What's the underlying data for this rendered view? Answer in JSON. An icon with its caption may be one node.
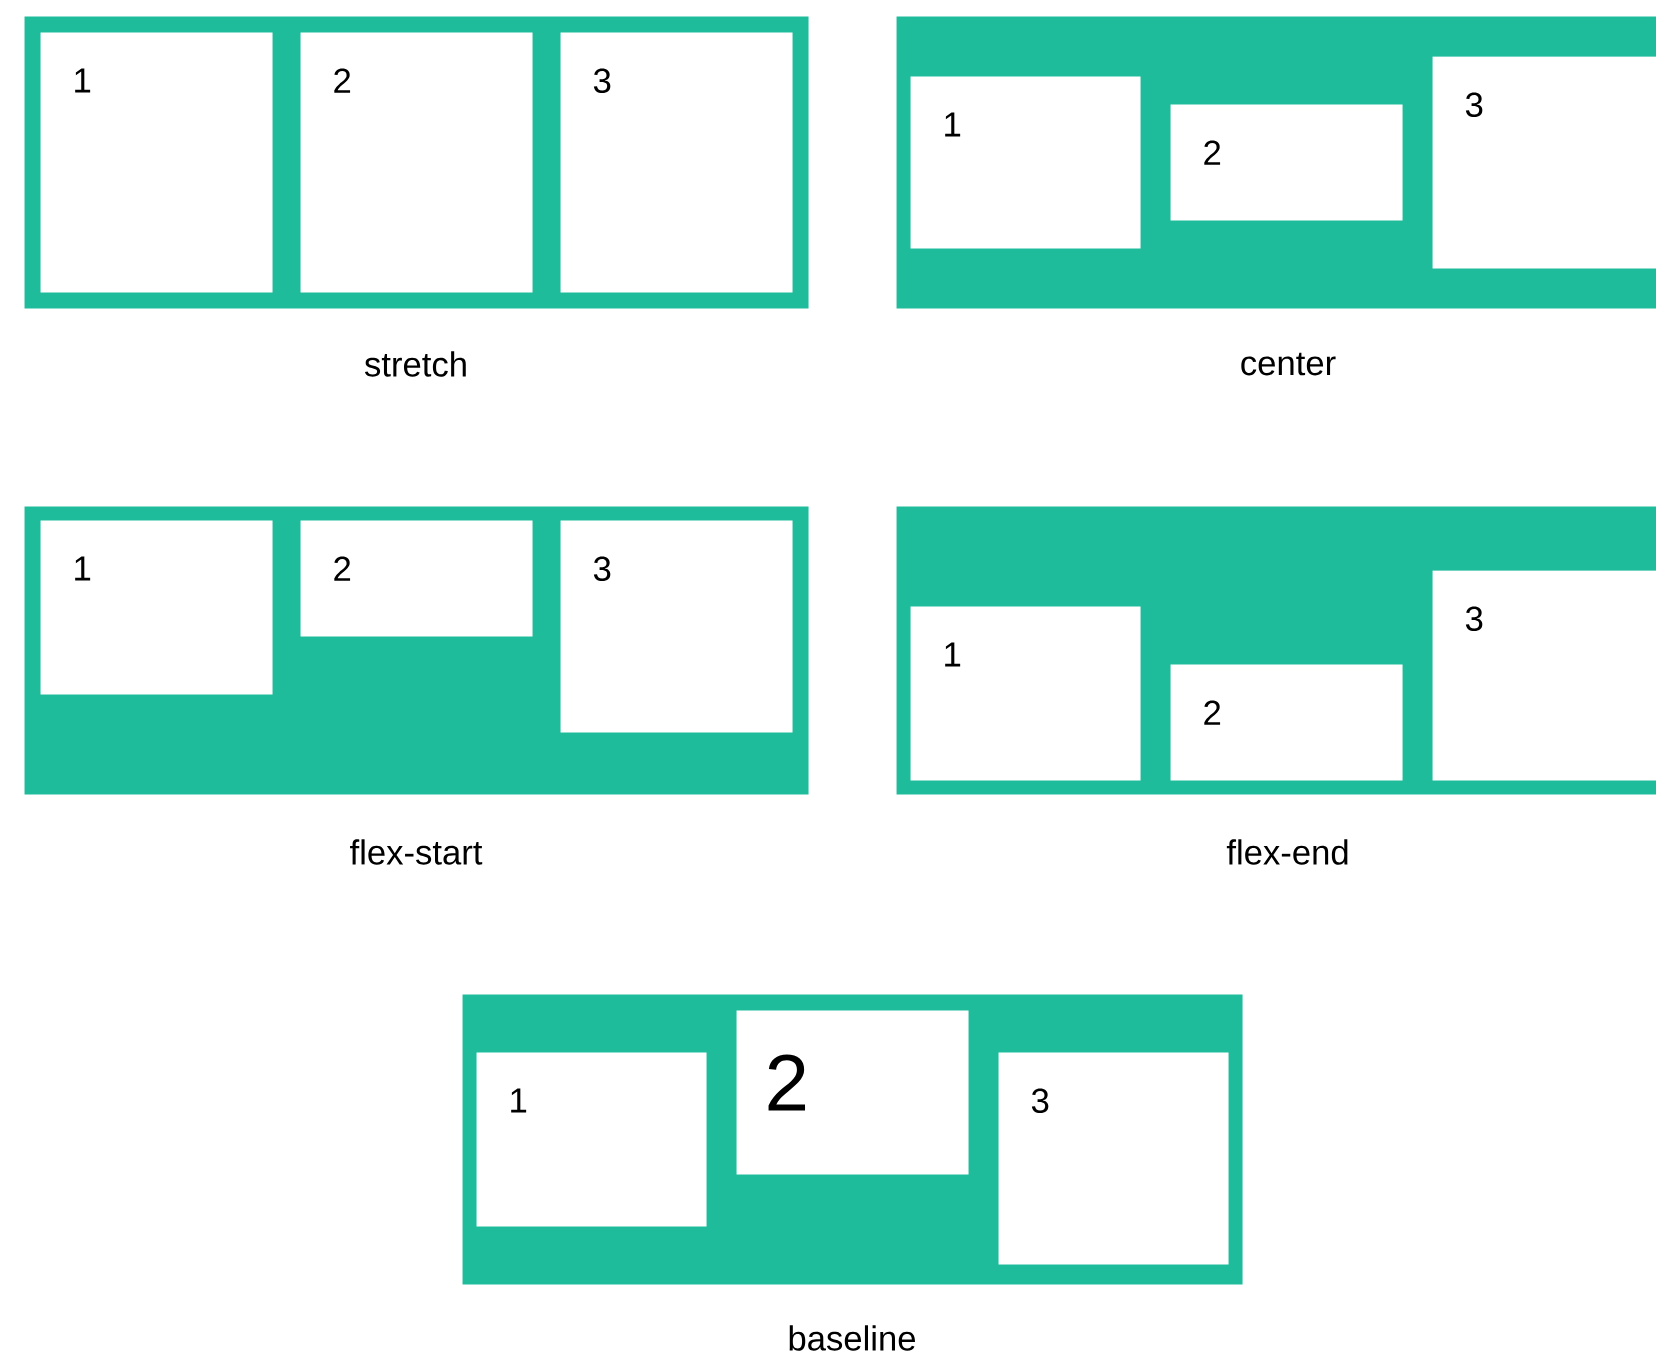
{
  "diagram": {
    "nodes": [
      {
        "text": [],
        "shape": "box",
        "beside": [
          "stretch"
        ]
      },
      {
        "text": [
          "1"
        ],
        "in": 0
      },
      {
        "text": [
          "2"
        ],
        "in": 0
      },
      {
        "text": [
          "3"
        ],
        "in": 0
      },
      {
        "text": [],
        "shape": "box",
        "beside": [
          "center"
        ]
      },
      {
        "text": [
          "1"
        ],
        "in": 4
      },
      {
        "text": [
          "2"
        ],
        "in": 4
      },
      {
        "text": [
          "3"
        ],
        "in": 4
      },
      {
        "text": [],
        "shape": "box",
        "beside": [
          "flex-start"
        ]
      },
      {
        "text": [
          "1"
        ],
        "in": 8
      },
      {
        "text": [
          "2"
        ],
        "in": 8
      },
      {
        "text": [
          "3"
        ],
        "in": 8
      },
      {
        "text": [],
        "shape": "box",
        "beside": [
          "flex-end"
        ]
      },
      {
        "text": [
          "1"
        ],
        "in": 12
      },
      {
        "text": [
          "2"
        ],
        "in": 12
      },
      {
        "text": [
          "3"
        ],
        "in": 12
      },
      {
        "text": [],
        "shape": "box",
        "beside": [
          "baseline"
        ]
      },
      {
        "text": [
          "1"
        ],
        "in": 16
      },
      {
        "text": [
          "2"
        ],
        "in": 16
      },
      {
        "text": [
          "3"
        ],
        "in": 16
      }
    ]
  }
}
